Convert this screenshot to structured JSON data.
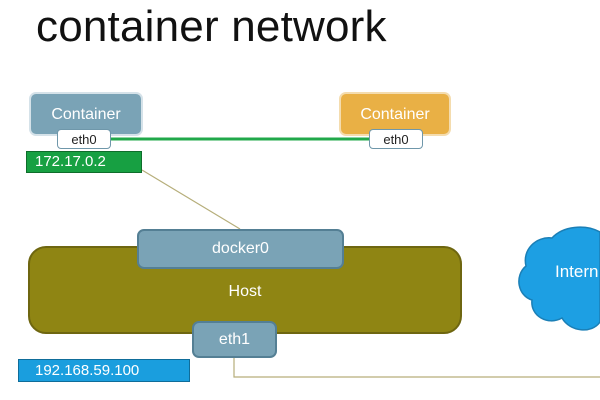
{
  "title": "container network",
  "container_left": {
    "label": "Container",
    "iface": "eth0",
    "ip": "172.17.0.2"
  },
  "container_right": {
    "label": "Container",
    "iface": "eth0"
  },
  "host": {
    "label": "Host",
    "bridge": "docker0",
    "iface": "eth1",
    "ip": "192.168.59.100"
  },
  "cloud": {
    "label": "Intern"
  },
  "colors": {
    "container_left": "#7aa3b6",
    "container_right": "#e9b045",
    "host": "#8f8513",
    "link_green": "#21a84a",
    "ip_green": "#17a042",
    "ip_blue": "#1a9ede",
    "cloud": "#1d9fe3",
    "wire": "#b6ae7a"
  }
}
